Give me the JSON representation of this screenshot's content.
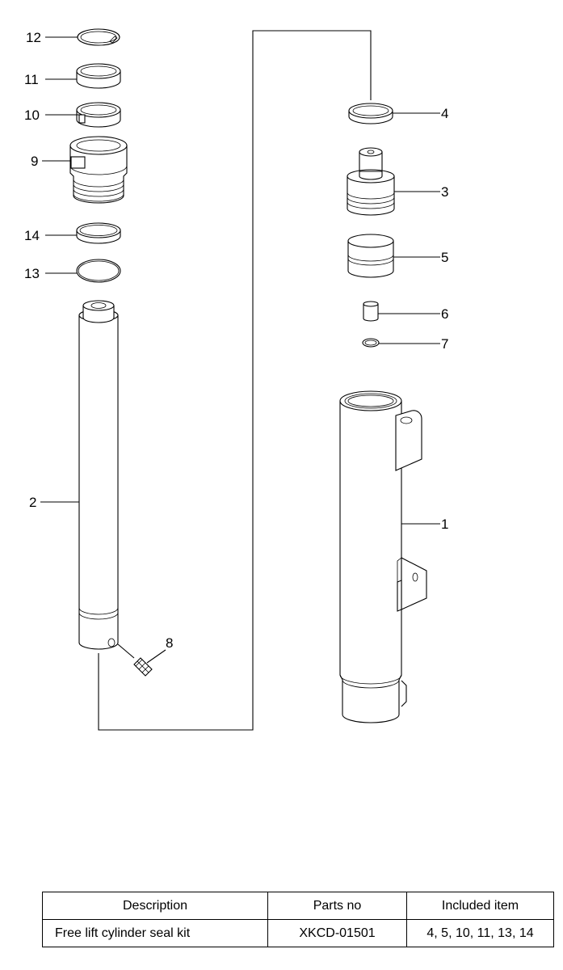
{
  "callouts": {
    "c1": "1",
    "c2": "2",
    "c3": "3",
    "c4": "4",
    "c5": "5",
    "c6": "6",
    "c7": "7",
    "c8": "8",
    "c9": "9",
    "c10": "10",
    "c11": "11",
    "c12": "12",
    "c13": "13",
    "c14": "14"
  },
  "table": {
    "headers": [
      "Description",
      "Parts no",
      "Included item"
    ],
    "row": {
      "description": "Free lift cylinder seal kit",
      "parts_no": "XKCD-01501",
      "included": "4, 5, 10, 11, 13, 14"
    }
  }
}
